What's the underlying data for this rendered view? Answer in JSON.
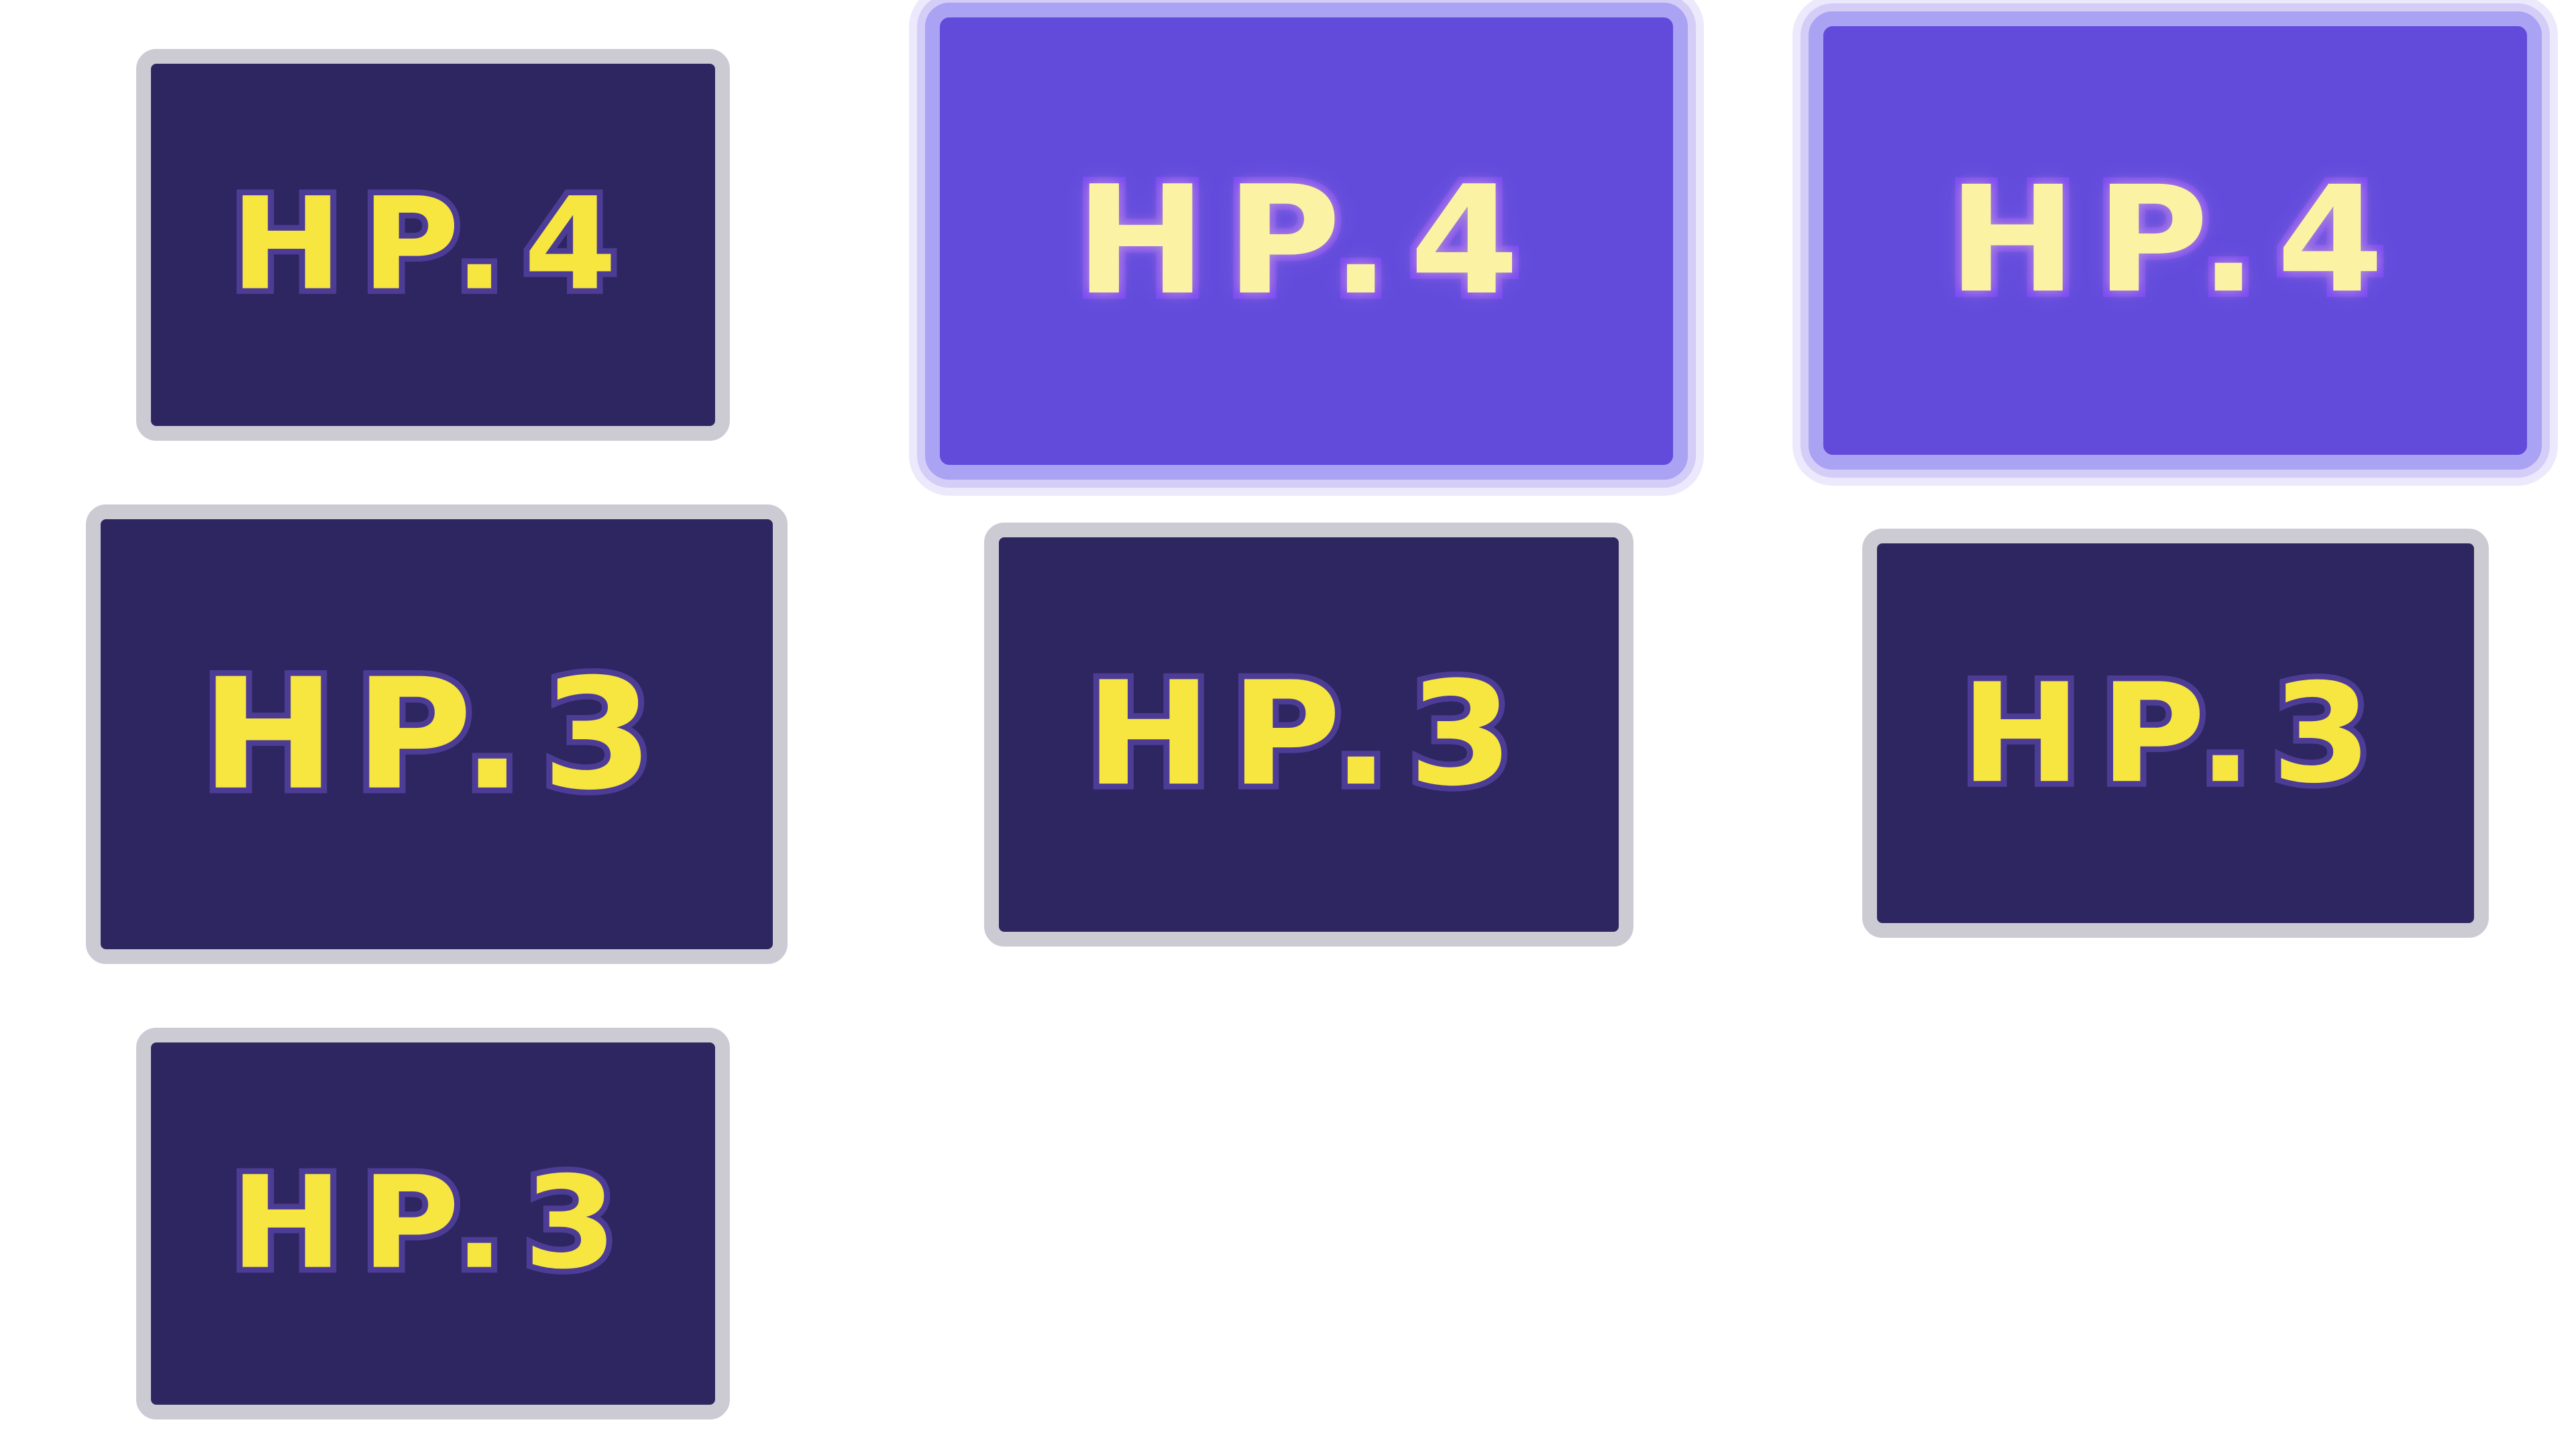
{
  "colors": {
    "card_background": "#2e2660",
    "card_border": "#cccbd4",
    "highlight_background": "#624bdb",
    "highlight_border": "#aaa2f2",
    "label_fill": "#f6e63f",
    "label_outline": "#4d3c96"
  },
  "cards": [
    {
      "label": "HP.4",
      "state": "normal"
    },
    {
      "label": "HP.4",
      "state": "highlighted"
    },
    {
      "label": "HP.4",
      "state": "highlighted"
    },
    {
      "label": "HP.3",
      "state": "normal"
    },
    {
      "label": "HP.3",
      "state": "normal"
    },
    {
      "label": "HP.3",
      "state": "normal"
    },
    {
      "label": "HP.3",
      "state": "normal"
    }
  ]
}
